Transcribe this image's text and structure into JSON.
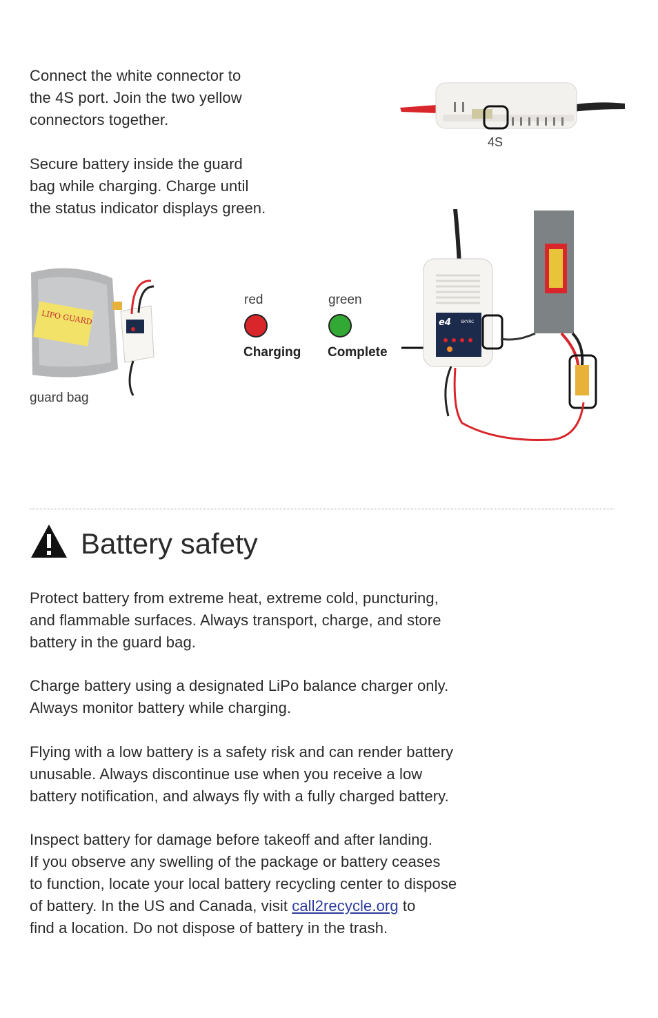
{
  "intro": {
    "connect_lines": [
      "Connect the white connector to",
      "the 4S port. Join the two yellow",
      "connectors together."
    ],
    "secure_lines": [
      "Secure battery inside the guard",
      "bag while charging. Charge until",
      "the status indicator displays green."
    ]
  },
  "figures": {
    "port_label": "4S",
    "guard_bag_caption": "guard bag",
    "guard_bag_print": "LIPO GUARD",
    "charger_brand": "e4",
    "charger_sub": "SKYRC"
  },
  "status": {
    "red": {
      "color_name": "red",
      "label": "Charging",
      "color": "#d8262a"
    },
    "green": {
      "color_name": "green",
      "label": "Complete",
      "color": "#33a935"
    }
  },
  "safety": {
    "title": "Battery safety",
    "p1": [
      "Protect battery from extreme heat, extreme cold, puncturing,",
      "and flammable surfaces. Always transport, charge, and store",
      "battery in the guard bag."
    ],
    "p2": [
      "Charge battery using a designated LiPo balance charger only.",
      "Always monitor battery while charging."
    ],
    "p3": [
      "Flying with a low battery is a safety risk and can render battery",
      "unusable. Always discontinue use when you receive a low",
      "battery notification, and always fly with a fully charged battery."
    ],
    "p4": [
      "Inspect battery for damage before takeoff and after landing.",
      "If you observe any swelling of the package or battery ceases",
      "to function, locate your local battery recycling center to dispose"
    ],
    "p4_line4_before": "of battery.  In the US and Canada, visit ",
    "p4_link": "call2recycle.org",
    "p4_line4_after": " to",
    "p4_line5": "find a location. Do not dispose of battery in the trash."
  },
  "colors": {
    "link": "#2b3a9c",
    "wire_red": "#d8262a",
    "battery_warning": "#e8c43a"
  }
}
